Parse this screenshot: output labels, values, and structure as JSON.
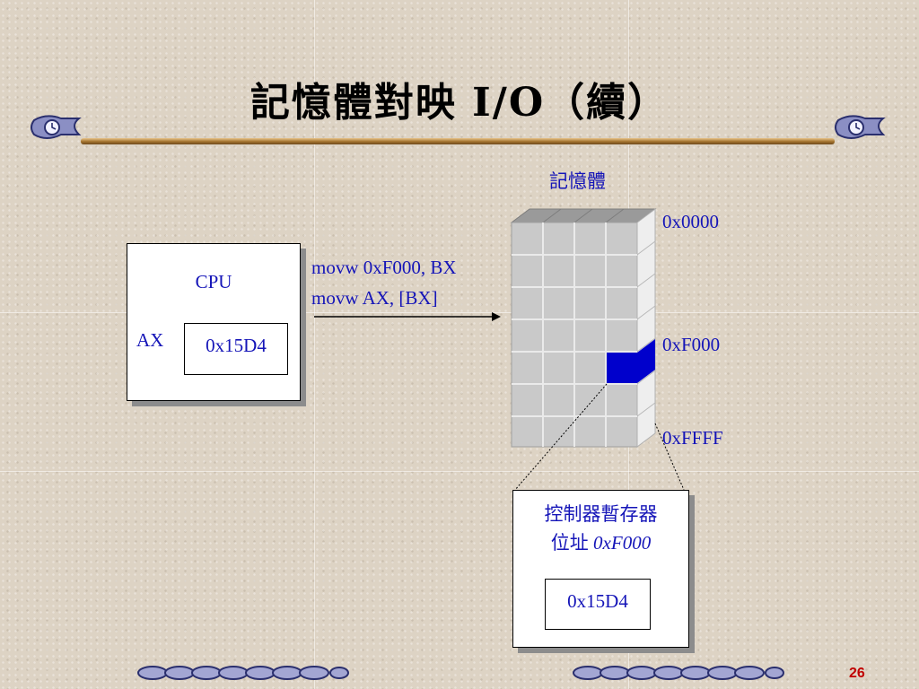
{
  "slide": {
    "title": "記憶體對映 I/O（續）",
    "page_number": "26"
  },
  "cpu": {
    "label": "CPU",
    "register_label": "AX",
    "register_value": "0x15D4"
  },
  "instructions": {
    "line1": "movw 0xF000, BX",
    "line2": "movw AX, [BX]"
  },
  "memory": {
    "label": "記憶體",
    "addr_start": "0x0000",
    "addr_mapped": "0xF000",
    "addr_end": "0xFFFF"
  },
  "controller": {
    "line1": "控制器暫存器",
    "line2_prefix": "位址 ",
    "line2_addr": "0xF000",
    "register_value": "0x15D4"
  },
  "colors": {
    "text_blue": "#1515b8",
    "highlight_block": "#0000cc",
    "page_number": "#c00000"
  },
  "icons": [
    "scroll-clock-icon",
    "decorative-chain-icon"
  ]
}
